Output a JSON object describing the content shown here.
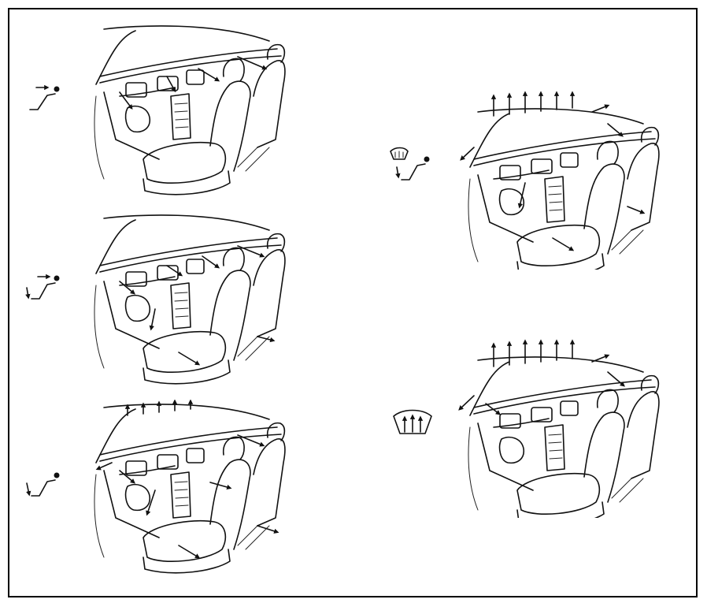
{
  "figure": {
    "description_modes": [
      {
        "id": "face",
        "icon": "face-vent-icon"
      },
      {
        "id": "bi-level",
        "icon": "bi-level-vent-icon"
      },
      {
        "id": "floor",
        "icon": "floor-vent-icon"
      },
      {
        "id": "floor-defrost",
        "icon": "floor-defrost-vent-icon"
      },
      {
        "id": "defrost",
        "icon": "windshield-defrost-icon"
      }
    ],
    "colors": {
      "ink": "#111111",
      "background": "#ffffff",
      "border": "#000000"
    }
  }
}
